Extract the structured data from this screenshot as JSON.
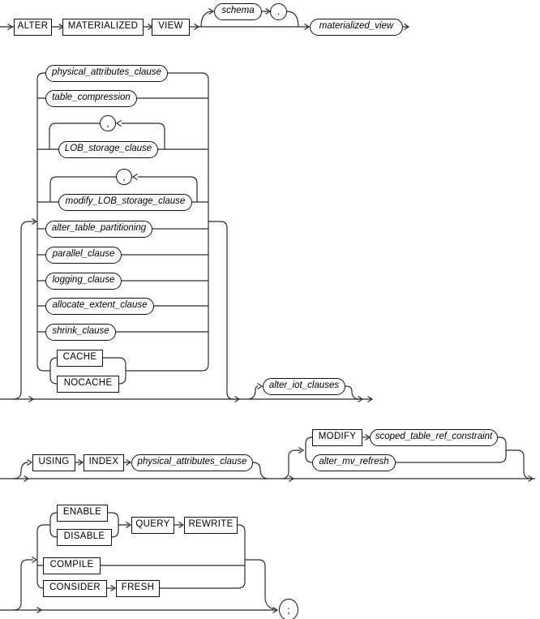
{
  "diagram": {
    "line1": {
      "alter": "ALTER",
      "materialized": "MATERIALIZED",
      "view": "VIEW",
      "schema": "schema",
      "dot": ".",
      "materialized_view": "materialized_view"
    },
    "stack": {
      "physical_attributes_clause": "physical_attributes_clause",
      "table_compression": "table_compression",
      "lob_comma": ",",
      "lob_storage_clause": "LOB_storage_clause",
      "modify_lob_comma": ",",
      "modify_lob_storage_clause": "modify_LOB_storage_clause",
      "alter_table_partitioning": "alter_table_partitioning",
      "parallel_clause": "parallel_clause",
      "logging_clause": "logging_clause",
      "allocate_extent_clause": "allocate_extent_clause",
      "shrink_clause": "shrink_clause",
      "cache": "CACHE",
      "nocache": "NOCACHE"
    },
    "iot": {
      "alter_iot_clauses": "alter_iot_clauses"
    },
    "line3": {
      "using": "USING",
      "index": "INDEX",
      "physical_attributes_clause": "physical_attributes_clause",
      "modify": "MODIFY",
      "scoped_table_ref_constraint": "scoped_table_ref_constraint",
      "alter_mv_refresh": "alter_mv_refresh"
    },
    "line4": {
      "enable": "ENABLE",
      "disable": "DISABLE",
      "query": "QUERY",
      "rewrite": "REWRITE",
      "compile": "COMPILE",
      "consider": "CONSIDER",
      "fresh": "FRESH",
      "semicolon": ";"
    },
    "colors": {
      "line": "#2b2b2b",
      "node_border": "#111111",
      "background": "#ffffff",
      "text": "#000000"
    }
  }
}
